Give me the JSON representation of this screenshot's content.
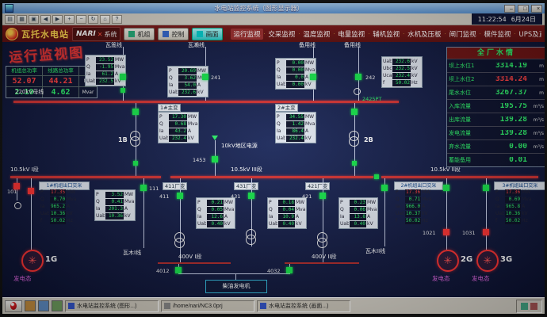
{
  "window": {
    "title": "水电站监控系统（图形显示器）",
    "clock": "11:22:54",
    "date": "6月24日",
    "controls": [
      {
        "name": "minimize",
        "glyph": "–"
      },
      {
        "name": "maximize",
        "glyph": "□"
      },
      {
        "name": "close",
        "glyph": "×"
      }
    ]
  },
  "toolbar": {
    "icons": [
      {
        "name": "open",
        "glyph": "▤"
      },
      {
        "name": "save",
        "glyph": "▦"
      },
      {
        "name": "print",
        "glyph": "▣"
      },
      {
        "name": "back",
        "glyph": "◀"
      },
      {
        "name": "forward",
        "glyph": "▶"
      },
      {
        "name": "zoom-in",
        "glyph": "+"
      },
      {
        "name": "zoom-out",
        "glyph": "−"
      },
      {
        "name": "refresh",
        "glyph": "↻"
      },
      {
        "name": "home",
        "glyph": "⌂"
      },
      {
        "name": "help",
        "glyph": "?"
      }
    ]
  },
  "header": {
    "station": "瓦托水电站",
    "brand": "NARI",
    "system": "系统",
    "unit_btn": "机组",
    "ctrl_btn": "控制",
    "view_btn": "画面",
    "menu_sep": "·",
    "menus": [
      "运行监视",
      "交采监视",
      "温度监视",
      "电量监视",
      "辅机监视",
      "水机及压板",
      "闸门监视",
      "模件监视",
      "UPS及直流"
    ]
  },
  "summary": {
    "h1": "机组总功率",
    "h2": "线路总功率",
    "p1": "52.07",
    "p2": "44.21",
    "pu": "MW",
    "q1": "2.10",
    "q2": "4.62",
    "qu": "Mvar"
  },
  "labels": {
    "view_title": "运行监视图",
    "bus220": "220kV母线",
    "bus1": "10.5kV I段",
    "bus3": "10.5kV III段",
    "bus2": "10.5kV II段",
    "bus400a": "400V I段",
    "bus400b": "400V II段",
    "line1": "瓦篙线",
    "line2": "瓦濑线",
    "line3": "备用线",
    "line4": "备用线",
    "wline1": "瓦木I线",
    "wline2": "瓦木II线",
    "local": "10kV地区电源",
    "diesel": "柴油发电机",
    "t1": "1B",
    "t2": "2B",
    "chipT1": "1#主变",
    "chipT2": "2#主变",
    "chip411": "411厂变",
    "chip431": "431厂变",
    "chip421": "421厂变",
    "pt220": "2425PT"
  },
  "ids": {
    "b101": "101",
    "b111": "111",
    "b241": "241",
    "b242": "242",
    "b1453": "1453",
    "b411": "411",
    "b431": "431",
    "b421": "421",
    "b4012": "4012",
    "b4032": "4032",
    "b1021": "1021",
    "b1031": "1031"
  },
  "gens": [
    {
      "id": "1G",
      "state": "发电态"
    },
    {
      "id": "2G",
      "state": "发电态"
    },
    {
      "id": "3G",
      "state": "发电态"
    }
  ],
  "panels": {
    "line1": {
      "rows": [
        {
          "k": "P",
          "v": "23.52",
          "u": "MW",
          "c": "g"
        },
        {
          "k": "Q",
          "v": "-1.95",
          "u": "Mvar",
          "c": "g"
        },
        {
          "k": "Ia",
          "v": "61.2",
          "u": "A",
          "c": "g"
        },
        {
          "k": "Uab",
          "v": "232.5",
          "u": "kV",
          "c": "g"
        }
      ]
    },
    "line2": {
      "rows": [
        {
          "k": "P",
          "v": "20.69",
          "u": "MW",
          "c": "g"
        },
        {
          "k": "Q",
          "v": "3.62",
          "u": "Mvar",
          "c": "g"
        },
        {
          "k": "Ia",
          "v": "54.0",
          "u": "A",
          "c": "g"
        },
        {
          "k": "Uab",
          "v": "232.6",
          "u": "kV",
          "c": "g"
        }
      ]
    },
    "spare1": {
      "rows": [
        {
          "k": "P",
          "v": "0.00",
          "u": "MW",
          "c": "g"
        },
        {
          "k": "Q",
          "v": "0.00",
          "u": "Mvar",
          "c": "g"
        },
        {
          "k": "Ia",
          "v": "0.0",
          "u": "A",
          "c": "g"
        },
        {
          "k": "Uab",
          "v": "0.00",
          "u": "kV",
          "c": "g"
        }
      ]
    },
    "pt220": {
      "rows": [
        {
          "k": "Uab",
          "v": "232.6",
          "u": "kV",
          "c": "g"
        },
        {
          "k": "Ubc",
          "v": "232.5",
          "u": "kV",
          "c": "g"
        },
        {
          "k": "Uca",
          "v": "232.4",
          "u": "kV",
          "c": "g"
        },
        {
          "k": "f",
          "v": "50.02",
          "u": "Hz",
          "c": "g"
        }
      ]
    },
    "t1": {
      "rows": [
        {
          "k": "P",
          "v": "17.30",
          "u": "MW",
          "c": "g"
        },
        {
          "k": "Q",
          "v": "0.68",
          "u": "Mvar",
          "c": "g"
        },
        {
          "k": "Ia",
          "v": "43.2",
          "u": "A",
          "c": "g"
        },
        {
          "k": "Uab",
          "v": "232.4",
          "u": "kV",
          "c": "g"
        }
      ]
    },
    "t2": {
      "rows": [
        {
          "k": "P",
          "v": "34.55",
          "u": "MW",
          "c": "g"
        },
        {
          "k": "Q",
          "v": "1.42",
          "u": "Mvar",
          "c": "g"
        },
        {
          "k": "Ia",
          "v": "86.4",
          "u": "A",
          "c": "g"
        },
        {
          "k": "Uab",
          "v": "232.4",
          "u": "kV",
          "c": "g"
        }
      ]
    },
    "gen1": {
      "title": "1#机组出口交采",
      "rows": [
        {
          "k": "P",
          "v": "17.35",
          "u": "MW",
          "c": "r"
        },
        {
          "k": "Q",
          "v": "0.70",
          "u": "Mvar",
          "c": "g"
        },
        {
          "k": "Ia",
          "v": "965.2",
          "u": "A",
          "c": "g"
        },
        {
          "k": "Uab",
          "v": "10.36",
          "u": "kV",
          "c": "g"
        },
        {
          "k": "f",
          "v": "50.02",
          "u": "Hz",
          "c": "g"
        }
      ]
    },
    "gen2": {
      "title": "2#机组出口交采",
      "rows": [
        {
          "k": "P",
          "v": "17.36",
          "u": "MW",
          "c": "r"
        },
        {
          "k": "Q",
          "v": "0.71",
          "u": "Mvar",
          "c": "g"
        },
        {
          "k": "Ia",
          "v": "966.0",
          "u": "A",
          "c": "g"
        },
        {
          "k": "Uab",
          "v": "10.37",
          "u": "kV",
          "c": "g"
        },
        {
          "k": "f",
          "v": "50.02",
          "u": "Hz",
          "c": "g"
        }
      ]
    },
    "gen3": {
      "title": "3#机组出口交采",
      "rows": [
        {
          "k": "P",
          "v": "17.36",
          "u": "MW",
          "c": "r"
        },
        {
          "k": "Q",
          "v": "0.69",
          "u": "Mvar",
          "c": "g"
        },
        {
          "k": "Ia",
          "v": "965.8",
          "u": "A",
          "c": "g"
        },
        {
          "k": "Uab",
          "v": "10.36",
          "u": "kV",
          "c": "g"
        },
        {
          "k": "f",
          "v": "50.02",
          "u": "Hz",
          "c": "g"
        }
      ]
    },
    "w1": {
      "rows": [
        {
          "k": "P",
          "v": "3.52",
          "u": "MW",
          "c": "g"
        },
        {
          "k": "Q",
          "v": "0.41",
          "u": "Mvar",
          "c": "g"
        },
        {
          "k": "Ia",
          "v": "201.3",
          "u": "A",
          "c": "g"
        },
        {
          "k": "Uab",
          "v": "10.36",
          "u": "kV",
          "c": "g"
        }
      ]
    },
    "s411": {
      "rows": [
        {
          "k": "P",
          "v": "0.21",
          "u": "MW",
          "c": "g"
        },
        {
          "k": "Q",
          "v": "0.05",
          "u": "Mvar",
          "c": "g"
        },
        {
          "k": "Ia",
          "v": "12.6",
          "u": "A",
          "c": "g"
        },
        {
          "k": "Uab",
          "v": "0.40",
          "u": "kV",
          "c": "g"
        }
      ]
    },
    "s431": {
      "rows": [
        {
          "k": "P",
          "v": "0.18",
          "u": "MW",
          "c": "g"
        },
        {
          "k": "Q",
          "v": "0.04",
          "u": "Mvar",
          "c": "g"
        },
        {
          "k": "Ia",
          "v": "10.9",
          "u": "A",
          "c": "g"
        },
        {
          "k": "Uab",
          "v": "0.40",
          "u": "kV",
          "c": "g"
        }
      ]
    },
    "s421": {
      "rows": [
        {
          "k": "P",
          "v": "0.23",
          "u": "MW",
          "c": "g"
        },
        {
          "k": "Q",
          "v": "0.06",
          "u": "Mvar",
          "c": "g"
        },
        {
          "k": "Ia",
          "v": "13.8",
          "u": "A",
          "c": "g"
        },
        {
          "k": "Uab",
          "v": "0.40",
          "u": "kV",
          "c": "g"
        }
      ]
    }
  },
  "water": {
    "title": "全厂水情",
    "rows": [
      {
        "k": "坝上水位1",
        "v": "3314.19",
        "u": "m",
        "c": "g"
      },
      {
        "k": "坝上水位2",
        "v": "3314.24",
        "u": "m",
        "c": "r"
      },
      {
        "k": "尾水水位",
        "v": "3267.37",
        "u": "m",
        "c": "g"
      },
      {
        "k": "入库流量",
        "v": "195.75",
        "u": "m³/s",
        "c": "g"
      },
      {
        "k": "出库流量",
        "v": "139.28",
        "u": "m³/s",
        "c": "g"
      },
      {
        "k": "发电流量",
        "v": "139.28",
        "u": "m³/s",
        "c": "g"
      },
      {
        "k": "弃水流量",
        "v": "0.00",
        "u": "m³/s",
        "c": "g"
      },
      {
        "k": "蓄能备用",
        "v": "0.01",
        "u": "",
        "c": "g"
      }
    ]
  },
  "taskbar": {
    "tasks": [
      "水电站监控系统 (图形...)",
      "/home/nari/NC3.0prj",
      "水电站监控系统 (画面...)"
    ]
  }
}
